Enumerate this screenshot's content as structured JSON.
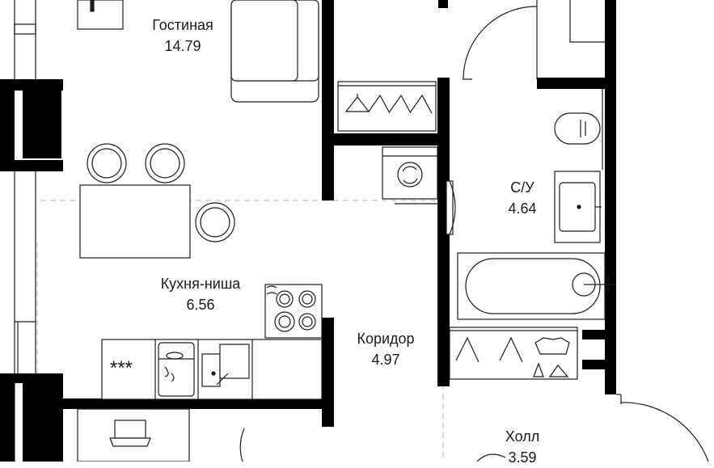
{
  "rooms": [
    {
      "id": "living",
      "name": "Гостиная",
      "area": "14.79"
    },
    {
      "id": "kitchen",
      "name": "Кухня-ниша",
      "area": "6.56"
    },
    {
      "id": "bathroom",
      "name": "С/У",
      "area": "4.64"
    },
    {
      "id": "corridor",
      "name": "Коридор",
      "area": "4.97"
    },
    {
      "id": "hall",
      "name": "Холл",
      "area": "3.59"
    }
  ],
  "colors": {
    "wall": "#000000",
    "line": "#1a1a1a",
    "dashed": "#b5b5b5"
  }
}
